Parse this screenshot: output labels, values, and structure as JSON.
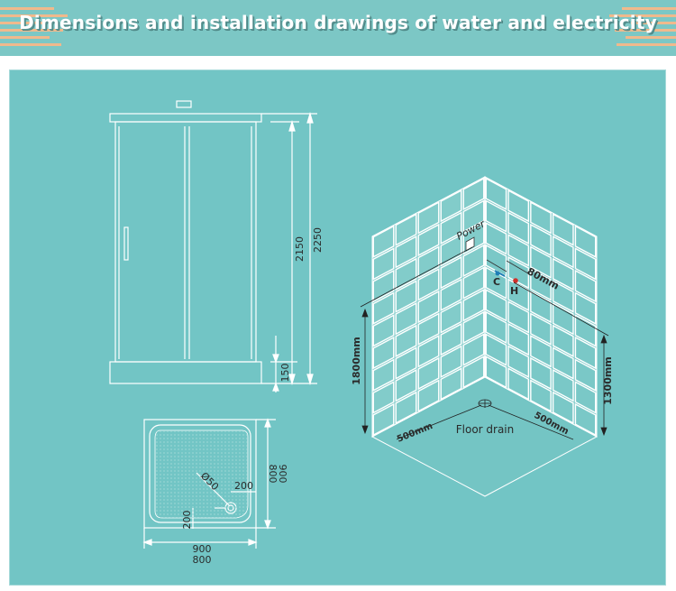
{
  "title": "Dimensions and installation drawings of water and electricity",
  "front_view": {
    "height_total": "2250",
    "height_inner": "2150",
    "base_height": "150"
  },
  "tray_view": {
    "width_options": [
      "900",
      "800"
    ],
    "depth_options": [
      "900",
      "800"
    ],
    "drain_diameter": "Ø50",
    "drain_offset_x": "200",
    "drain_offset_y": "200"
  },
  "corner_view": {
    "power_label": "Power",
    "cold_label": "C",
    "hot_label": "H",
    "spacing_label": "80mm",
    "power_height": "1800mm",
    "valve_height": "1300mm",
    "drain_label": "Floor drain",
    "drain_left": "500mm",
    "drain_right": "500mm"
  },
  "colors": {
    "banner": "#7cc7c5",
    "panel": "#72c5c5",
    "stripes": "#f0b98c",
    "hot": "#d0302a",
    "cold": "#1f7fb5"
  }
}
